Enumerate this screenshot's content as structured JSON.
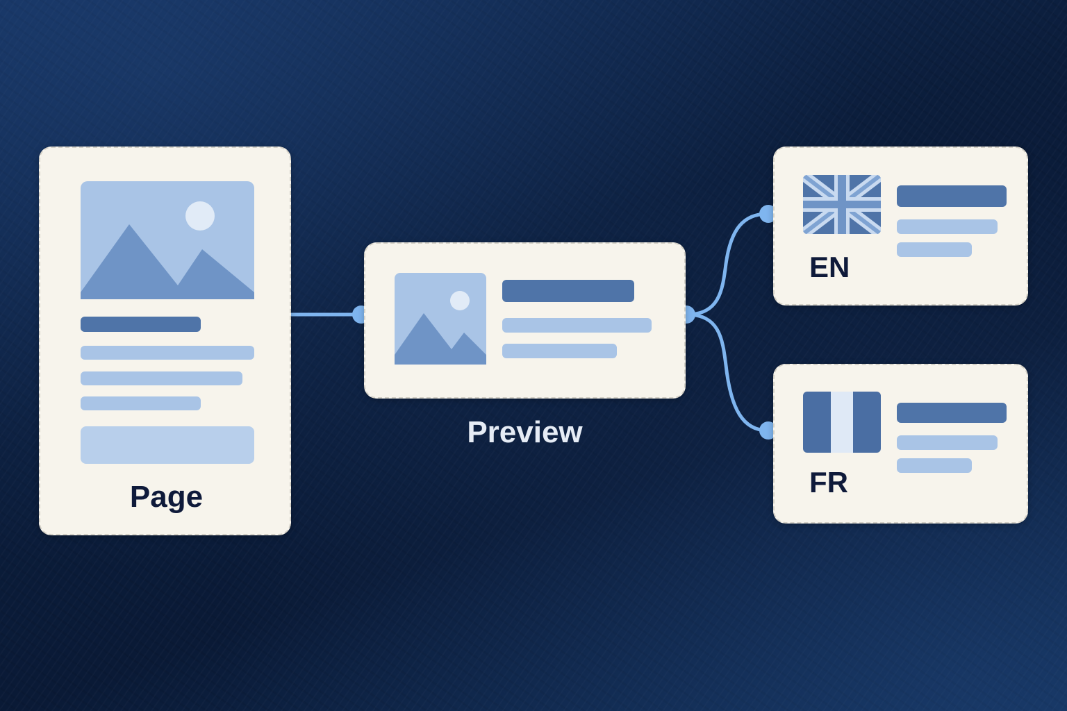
{
  "diagram": {
    "page_label": "Page",
    "preview_label": "Preview",
    "outputs": [
      {
        "label": "EN",
        "flag_icon": "uk-flag-icon"
      },
      {
        "label": "FR",
        "flag_icon": "france-flag-icon"
      }
    ]
  },
  "colors": {
    "background": "#0c1f3f",
    "card": "#f7f4ec",
    "accent_dark": "#4f74a8",
    "accent_light": "#a9c4e6",
    "connector": "#7fb5ef",
    "text": "#0f1a3a"
  }
}
